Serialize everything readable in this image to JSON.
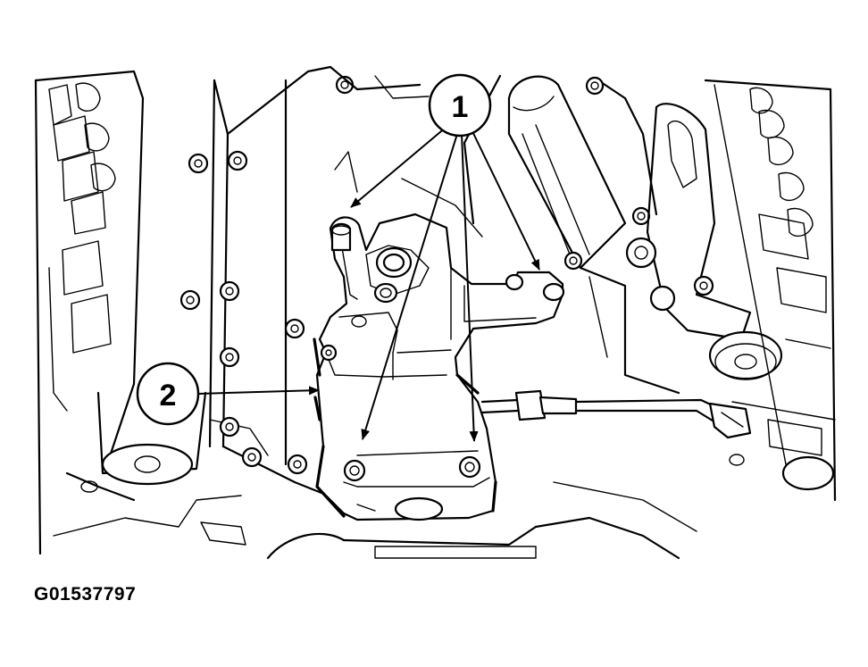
{
  "figure": {
    "id": "G01537797"
  },
  "callouts": [
    {
      "label": "1"
    },
    {
      "label": "2"
    }
  ]
}
